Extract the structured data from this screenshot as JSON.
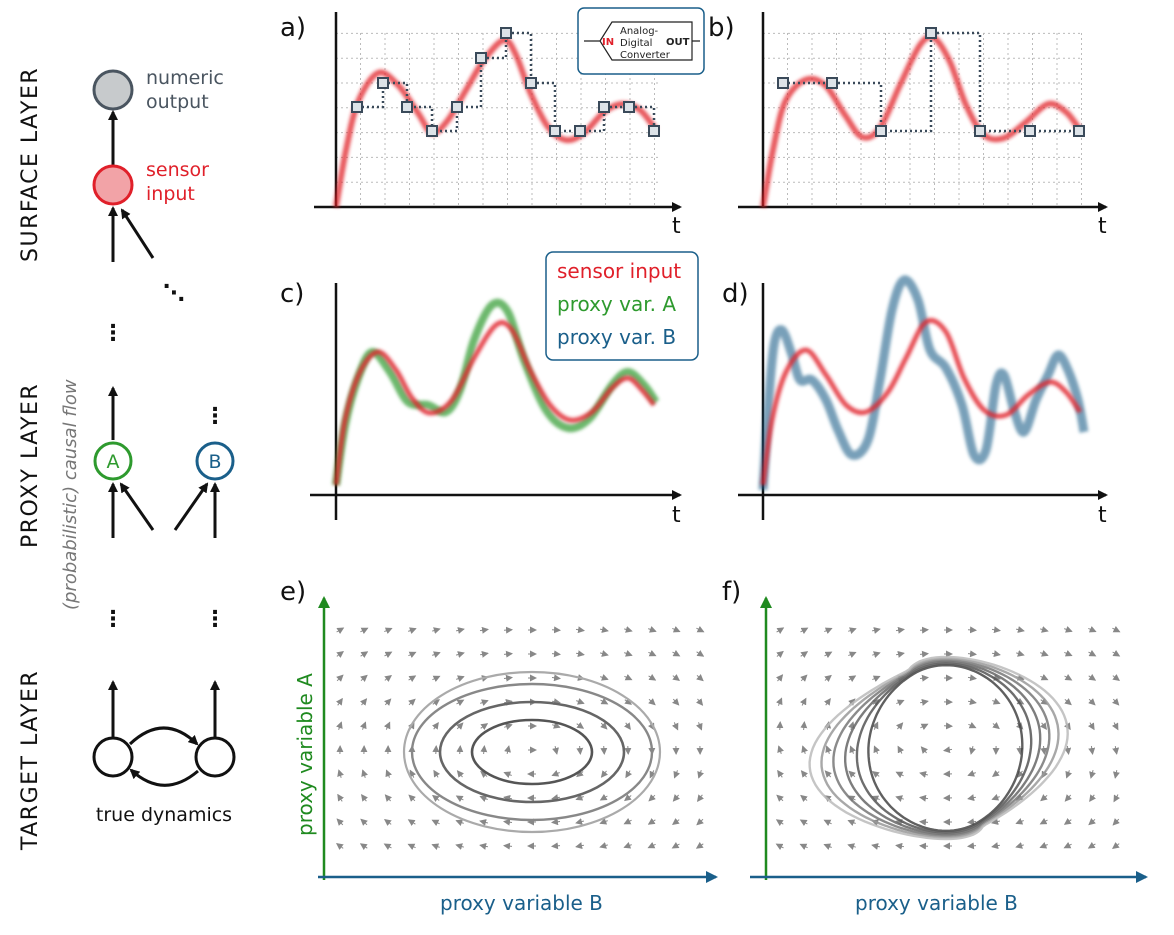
{
  "layers": {
    "surface": "SURFACE LAYER",
    "proxy": "PROXY LAYER",
    "target": "TARGET LAYER",
    "causal_flow": "(probabilistic) causal flow"
  },
  "nodes": {
    "numeric_output_line1": "numeric",
    "numeric_output_line2": "output",
    "sensor_input_line1": "sensor",
    "sensor_input_line2": "input",
    "proxy_a": "A",
    "proxy_b": "B",
    "true_dynamics": "true dynamics",
    "ellipsis": "⋮",
    "diag_ellipsis": "⋱"
  },
  "panels": {
    "a": "a)",
    "b": "b)",
    "c": "c)",
    "d": "d)",
    "e": "e)",
    "f": "f)"
  },
  "time_axis": "t",
  "adc": {
    "line1": "Analog-",
    "line2": "Digital",
    "line3": "Converter",
    "in": "IN",
    "out": "OUT"
  },
  "legend": {
    "sensor": "sensor input",
    "proxy_a": "proxy var. A",
    "proxy_b": "proxy var. B"
  },
  "phase_axes": {
    "y": "proxy variable A",
    "x": "proxy variable B"
  },
  "colors": {
    "sensor": "#e0202a",
    "proxy_a": "#2e9a2e",
    "proxy_b": "#1a5f8a",
    "numeric": "#4a5560",
    "axis_green": "#1f8a1f",
    "axis_blue": "#1a5f8a"
  }
}
